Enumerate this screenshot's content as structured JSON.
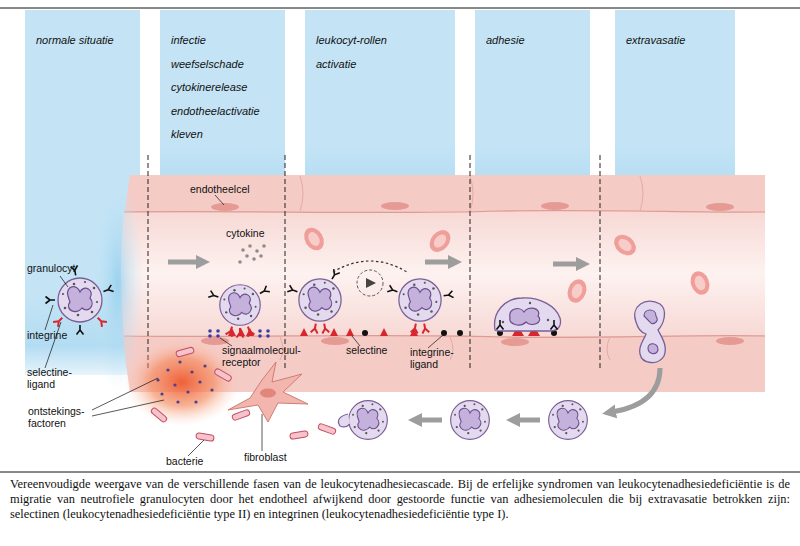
{
  "diagram": {
    "caption": "Vereenvoudigde weergave van de verschillende fasen van de leukocytenadhesiecascade. Bij de erfelijke syndromen van leukocytenadhesiedeficiëntie is de migratie van neutrofiele granulocyten door het endotheel afwijkend door gestoorde functie van adhesiemoleculen die bij extravasatie betrokken zijn: selectinen (leukocytenadhesiedeficiëntie type II) en integrinen (leukocytenadhesiedeficiëntie type I).",
    "nodes": [
      {
        "text": [
          "normale situatie"
        ]
      },
      {
        "text": [
          "infectie",
          "weefselschade",
          "cytokinerelease",
          "endotheelactivatie",
          "kleven"
        ]
      },
      {
        "text": [
          "leukocyt-rollen",
          "activatie"
        ]
      },
      {
        "text": [
          "adhesie"
        ]
      },
      {
        "text": [
          "extravasatie"
        ]
      }
    ],
    "labels": [
      "endotheelcel",
      "granulocyt",
      "cytokine",
      "integrine",
      "selectine-ligand",
      "signaalmolecuul-receptor",
      "selectine",
      "integrine-ligand",
      "ontstekings-factoren",
      "bacterie",
      "fibroblast"
    ]
  }
}
